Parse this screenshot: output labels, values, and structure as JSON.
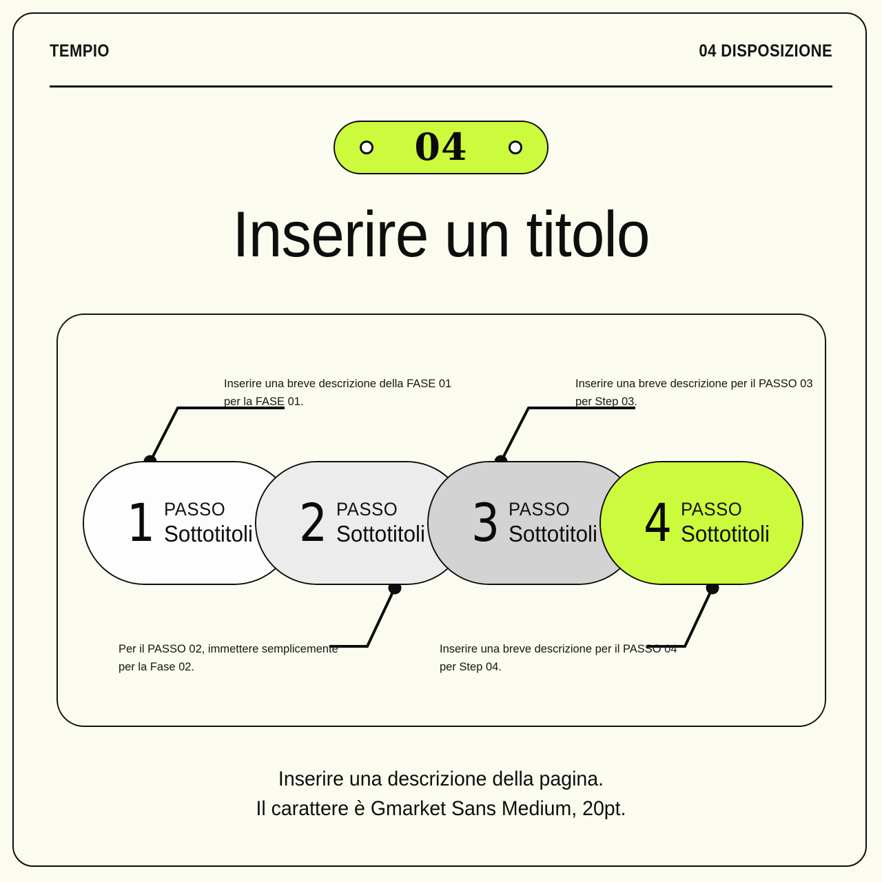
{
  "theme": {
    "background": "#FBFBEF",
    "ink": "#0D0D0D",
    "accent": "#CCFA3C",
    "pill_fills": [
      "#FDFDFD",
      "#EDECEC",
      "#D3D3D3",
      "#CCFA3C"
    ]
  },
  "header": {
    "left": "TEMPIO",
    "right": "04 DISPOSIZIONE"
  },
  "badge": {
    "number": "04"
  },
  "title": "Inserire un titolo",
  "steps": [
    {
      "number": "1",
      "kicker": "PASSO",
      "subtitle": "Sottotitoli"
    },
    {
      "number": "2",
      "kicker": "PASSO",
      "subtitle": "Sottotitoli"
    },
    {
      "number": "3",
      "kicker": "PASSO",
      "subtitle": "Sottotitoli"
    },
    {
      "number": "4",
      "kicker": "PASSO",
      "subtitle": "Sottotitoli"
    }
  ],
  "callouts": [
    {
      "line1": "Inserire una breve descrizione della FASE 01",
      "line2": "per la FASE 01."
    },
    {
      "line1": "Per il PASSO 02, immettere semplicemente",
      "line2": "per la Fase 02."
    },
    {
      "line1": "Inserire una breve descrizione per il PASSO 03",
      "line2": "per Step 03."
    },
    {
      "line1": "Inserire una breve descrizione per il PASSO 04",
      "line2": "per Step 04."
    }
  ],
  "footer": {
    "line1": "Inserire una descrizione della pagina.",
    "line2": "Il carattere è Gmarket Sans Medium, 20pt."
  }
}
